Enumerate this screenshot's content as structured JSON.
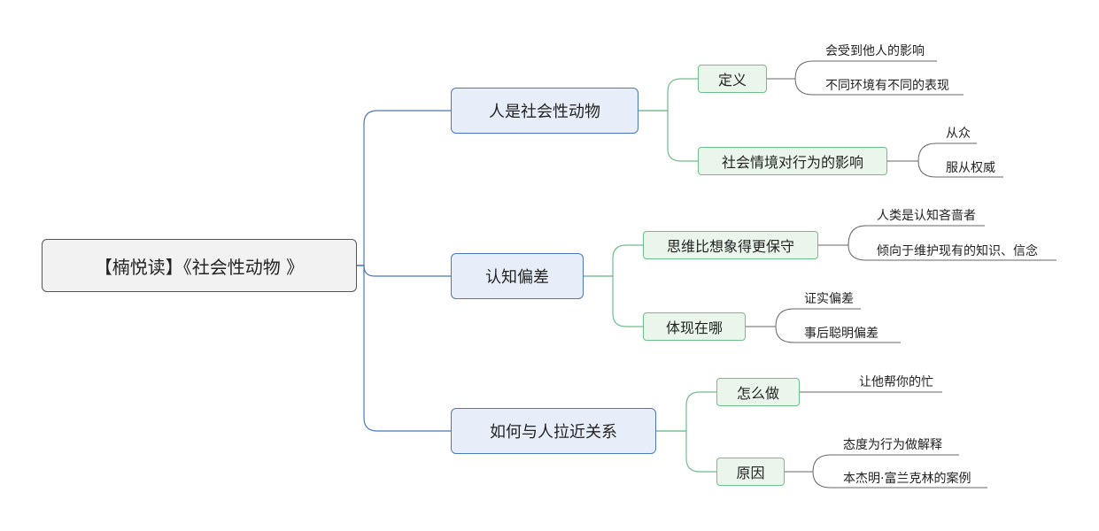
{
  "root": {
    "label": "【楠悦读】《社会性动物 》"
  },
  "branches": [
    {
      "label": "人是社会性动物",
      "children": [
        {
          "label": "定义",
          "leaves": [
            "会受到他人的影响",
            "不同环境有不同的表现"
          ]
        },
        {
          "label": "社会情境对行为的影响",
          "leaves": [
            "从众",
            "服从权威"
          ]
        }
      ]
    },
    {
      "label": "认知偏差",
      "children": [
        {
          "label": "思维比想象得更保守",
          "leaves": [
            "人类是认知吝啬者",
            "倾向于维护现有的知识、信念"
          ]
        },
        {
          "label": "体现在哪",
          "leaves": [
            "证实偏差",
            "事后聪明偏差"
          ]
        }
      ]
    },
    {
      "label": "如何与人拉近关系",
      "children": [
        {
          "label": "怎么做",
          "leaves": [
            "让他帮你的忙"
          ]
        },
        {
          "label": "原因",
          "leaves": [
            "态度为行为做解释",
            "本杰明·富兰克林的案例"
          ]
        }
      ]
    }
  ],
  "colors": {
    "blue_line": "#4a78b8",
    "green_line": "#6fbf8c",
    "leaf_line": "#666666"
  }
}
